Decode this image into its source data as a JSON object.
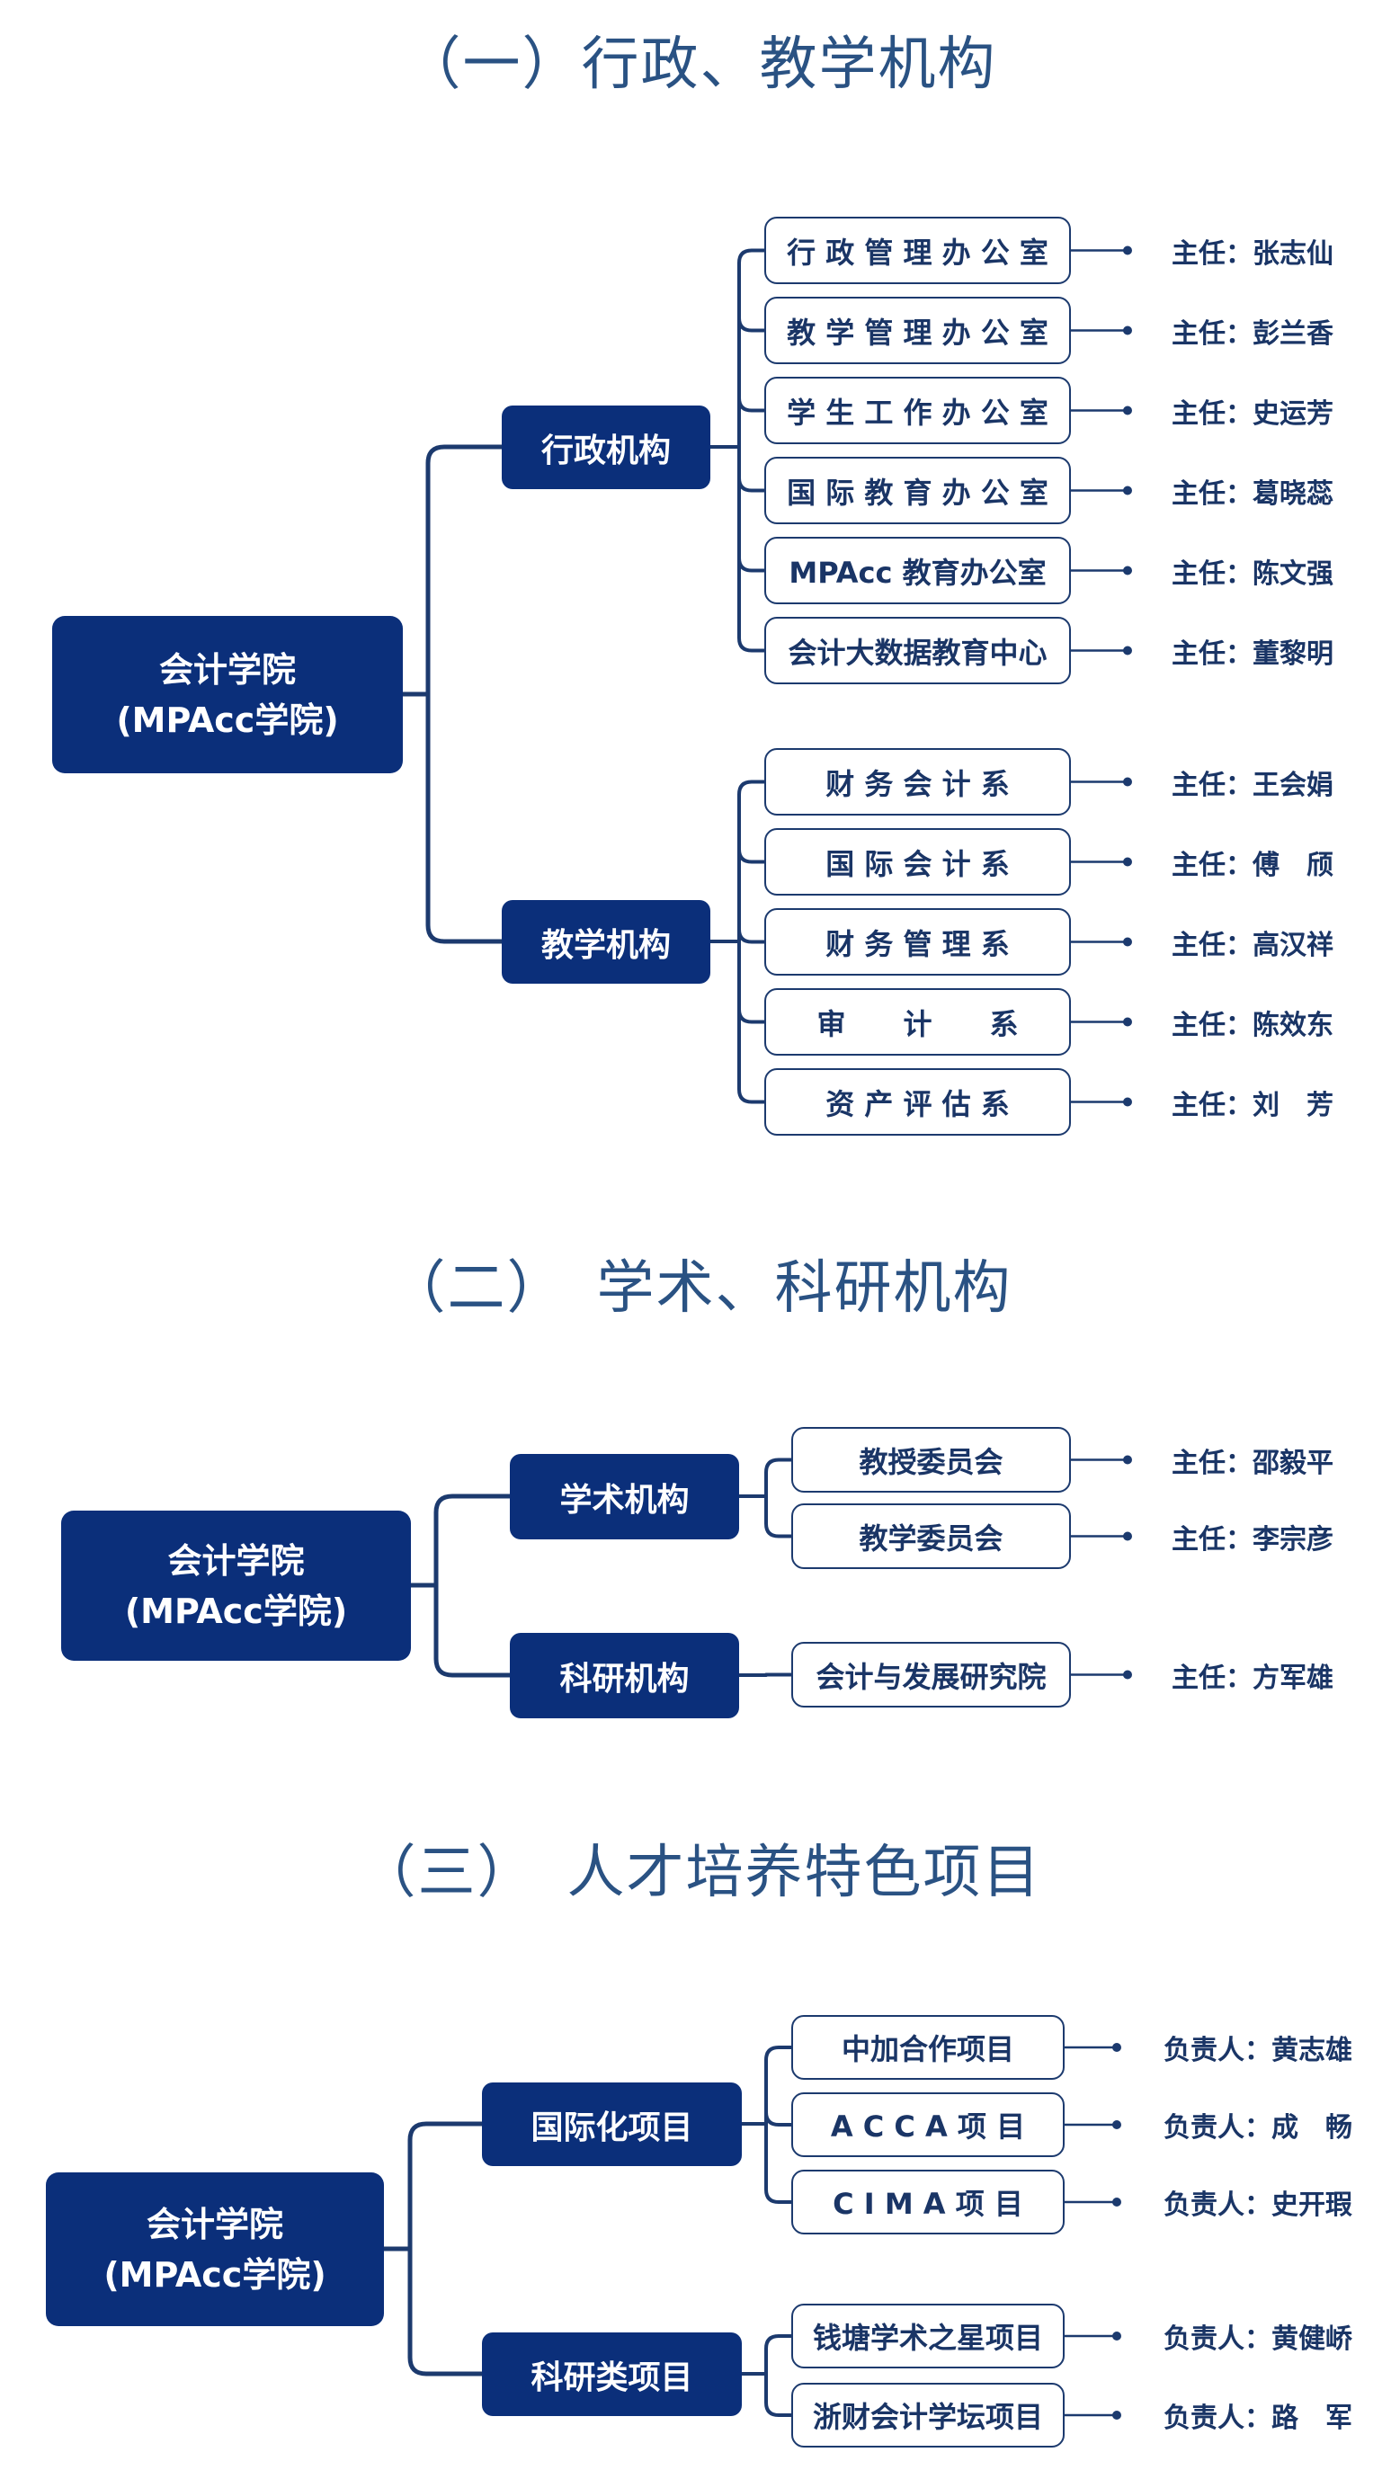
{
  "sections": [
    {
      "title": "（一）行政、教学机构",
      "root": {
        "line1": "会计学院",
        "line2": "(MPAcc学院)"
      },
      "branches": [
        {
          "label": "行政机构",
          "units": [
            {
              "name": "行 政 管 理 办 公 室",
              "owner": "主任：张志仙"
            },
            {
              "name": "教 学 管 理 办 公 室",
              "owner": "主任：彭兰香"
            },
            {
              "name": "学 生 工 作 办 公 室",
              "owner": "主任：史运芳"
            },
            {
              "name": "国 际 教 育 办 公 室",
              "owner": "主任：葛晓蕊"
            },
            {
              "name": "MPAcc 教育办公室",
              "owner": "主任：陈文强"
            },
            {
              "name": "会计大数据教育中心",
              "owner": "主任：董黎明"
            }
          ]
        },
        {
          "label": "教学机构",
          "units": [
            {
              "name": "财 务 会 计 系",
              "owner": "主任：王会娟"
            },
            {
              "name": "国 际 会 计 系",
              "owner": "主任：傅　颀"
            },
            {
              "name": "财 务 管 理 系",
              "owner": "主任：高汉祥"
            },
            {
              "name": "审　　计　　系",
              "owner": "主任：陈效东"
            },
            {
              "name": "资 产 评 估 系",
              "owner": "主任：刘　芳"
            }
          ]
        }
      ]
    },
    {
      "title": "（二）　学术、科研机构",
      "root": {
        "line1": "会计学院",
        "line2": "(MPAcc学院)"
      },
      "branches": [
        {
          "label": "学术机构",
          "units": [
            {
              "name": "教授委员会",
              "owner": "主任：邵毅平"
            },
            {
              "name": "教学委员会",
              "owner": "主任：李宗彦"
            }
          ]
        },
        {
          "label": "科研机构",
          "units": [
            {
              "name": "会计与发展研究院",
              "owner": "主任：方军雄"
            }
          ]
        }
      ]
    },
    {
      "title": "（三）　人才培养特色项目",
      "root": {
        "line1": "会计学院",
        "line2": "(MPAcc学院)"
      },
      "branches": [
        {
          "label": "国际化项目",
          "units": [
            {
              "name": "中加合作项目",
              "owner": "负责人：黄志雄"
            },
            {
              "name": "A C C A 项 目",
              "owner": "负责人：成　畅"
            },
            {
              "name": "C I M A 项 目",
              "owner": "负责人：史开瑕"
            }
          ]
        },
        {
          "label": "科研类项目",
          "units": [
            {
              "name": "钱塘学术之星项目",
              "owner": "负责人：黄健峤"
            },
            {
              "name": "浙财会计学坛项目",
              "owner": "负责人：路　军"
            }
          ]
        }
      ]
    }
  ],
  "colors": {
    "node_fill": "#0b2f7a",
    "line": "#1c3a6e",
    "title": "#2a5283",
    "leaf_text": "#1a3566"
  }
}
